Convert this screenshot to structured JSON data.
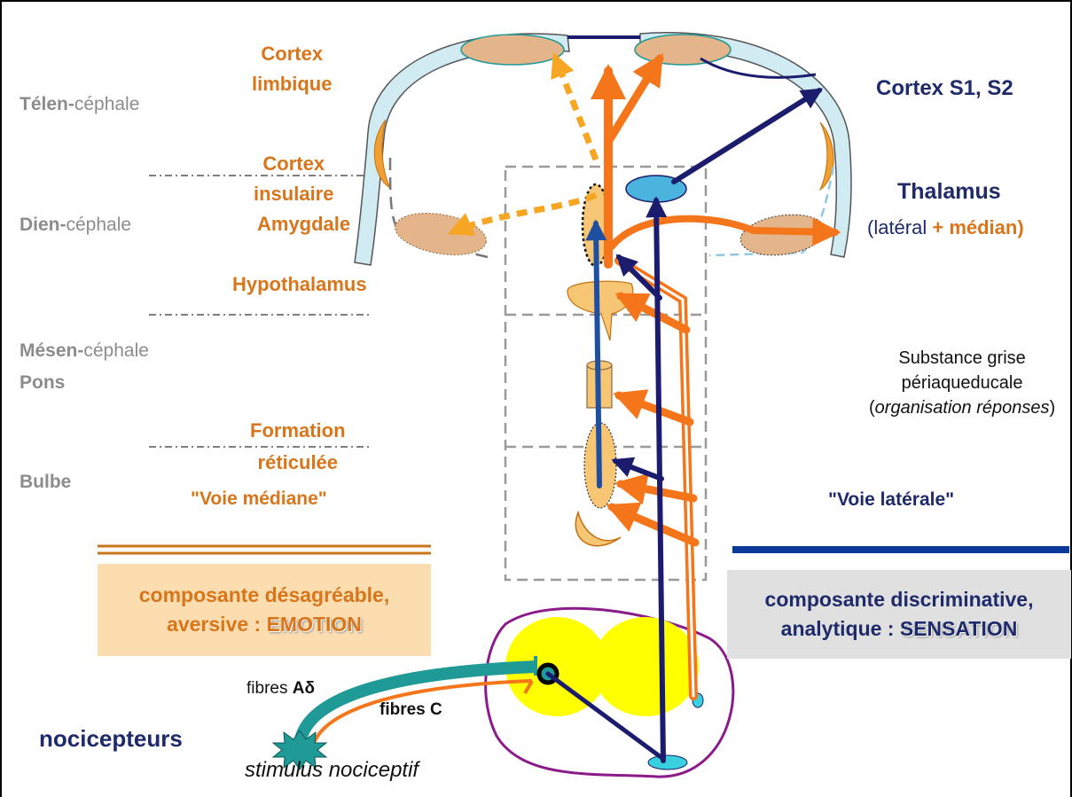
{
  "levels": {
    "telencephale": {
      "bold": "Télen-",
      "rest": "céphale"
    },
    "diencephale": {
      "bold": "Dien-",
      "rest": "céphale"
    },
    "mesencephale": {
      "bold": "Mésen-",
      "rest": "céphale"
    },
    "pons": "Pons",
    "bulbe": "Bulbe"
  },
  "structures": {
    "cortex_limbique": [
      "Cortex",
      "limbique"
    ],
    "cortex_insulaire": [
      "Cortex",
      "insulaire"
    ],
    "amygdale": "Amygdale",
    "hypothalamus": "Hypothalamus",
    "formation_reticulee": [
      "Formation",
      "réticulée"
    ],
    "cortex_s1s2": "Cortex S1, S2",
    "thalamus": "Thalamus",
    "thalamus_sub": {
      "part1": "(latéral ",
      "part2": "+ médian)"
    },
    "substance_grise": [
      "Substance grise",
      "périaqueducale"
    ],
    "organisation": {
      "open": "(",
      "text": "organisation réponses",
      "close": ")"
    }
  },
  "pathways": {
    "voie_mediane": "\"Voie médiane\"",
    "voie_laterale": "\"Voie latérale\""
  },
  "components": {
    "emotion": {
      "line1": "composante désagréable,",
      "line2_pre": "aversive : ",
      "line2_em": "EMOTION"
    },
    "sensation": {
      "line1": "composante discriminative,",
      "line2_pre": "analytique : ",
      "line2_em": "SENSATION"
    }
  },
  "periphery": {
    "fibres_ad_pre": "fibres ",
    "fibres_ad_bold": "Aδ",
    "fibres_c": "fibres C",
    "nocicepteurs": "nocicepteurs",
    "stimulus": "stimulus nociceptif"
  },
  "colors": {
    "orange": "#f5761a",
    "navy": "#1c1c6e",
    "teal": "#1f9a96",
    "yellow": "#ffff00",
    "purple": "#8b1a8b",
    "grey_text": "#8c8c8c"
  }
}
